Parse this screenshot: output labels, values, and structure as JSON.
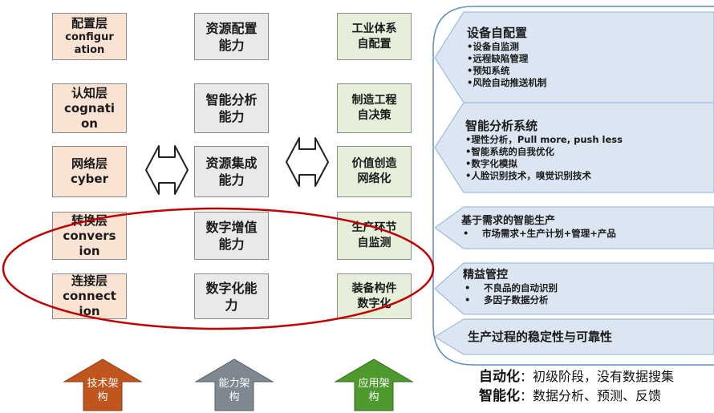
{
  "technology_layers": [
    {
      "name": "配置层",
      "english": "configuration"
    },
    {
      "name": "认知层",
      "english": "cognation"
    },
    {
      "name": "网络层",
      "english": "cyber"
    },
    {
      "name": "转换层",
      "english": "conversion"
    },
    {
      "name": "连接层",
      "english": "connection"
    }
  ],
  "capabilities": [
    "资源配置能力",
    "智能分析能力",
    "资源集成能力",
    "数字增值能力",
    "数字化能力"
  ],
  "applications": [
    "工业体系自配置",
    "制造工程自决策",
    "价值创造网络化",
    "生产环节自监测",
    "装备构件数字化"
  ],
  "right_panel": [
    {
      "title": "设备自配置",
      "items": [
        "设备自监测",
        "远程缺陷管理",
        "预知系统",
        "风险自动推送机制"
      ]
    },
    {
      "title": "智能分析系统",
      "items": [
        "理性分析，Pull more, push less",
        "智能系统的自我优化",
        "数字化模拟",
        "人脸识别技术，嗅觉识别技术"
      ]
    },
    {
      "title": "基于需求的智能生产",
      "items": [
        "市场需求+生产计划+管理+产品"
      ]
    },
    {
      "title": "精益管控",
      "items": [
        "不良品的自动识别",
        "多因子数据分析"
      ]
    },
    {
      "title": "生产过程的稳定性与可靠性",
      "items": []
    }
  ],
  "framework_arrows": [
    {
      "label": "技术架构",
      "color": "#c0561e"
    },
    {
      "label": "能力架构",
      "color": "#7f8790"
    },
    {
      "label": "应用架构",
      "color": "#4e9a2f"
    }
  ],
  "bottom_notes": [
    {
      "term": "自动化",
      "desc": "：初级阶段，没有数据搜集"
    },
    {
      "term": "智能化",
      "desc": "：数据分析、预测、反馈"
    }
  ],
  "colors": {
    "tech_fill": "#fbe3d4",
    "ability_fill": "#e9e9e9",
    "app_fill": "#e5efd9",
    "panel_fill": "#dbe6f2",
    "ellipse": "#c00000"
  }
}
